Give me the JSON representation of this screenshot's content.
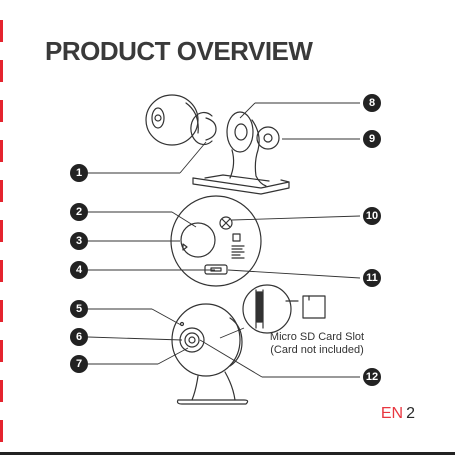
{
  "page": {
    "title": "PRODUCT OVERVIEW",
    "language": "EN",
    "page_number": "2"
  },
  "callouts": [
    "1",
    "2",
    "3",
    "4",
    "5",
    "6",
    "7",
    "8",
    "9",
    "10",
    "11",
    "12"
  ],
  "sd_card": {
    "line1": "Micro SD Card Slot",
    "line2": "(Card not included)"
  },
  "colors": {
    "accent": "#e8363f",
    "badge": "#222222",
    "title": "#3a3a3a"
  }
}
